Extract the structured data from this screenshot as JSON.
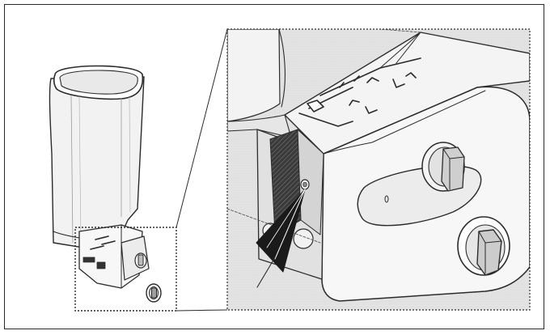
{
  "colors": {
    "line": "#2b2b2b",
    "detail_background": "#e3e3e3",
    "body_fill": "#f2f2f2",
    "pointer_fill": "#1a1a1a",
    "hatch": "#555555"
  },
  "parts": {
    "housing": "hopper-housing",
    "zoom_callout": "detail-callout",
    "knob": "selector-knob",
    "pointer": "pointer-arrow"
  }
}
